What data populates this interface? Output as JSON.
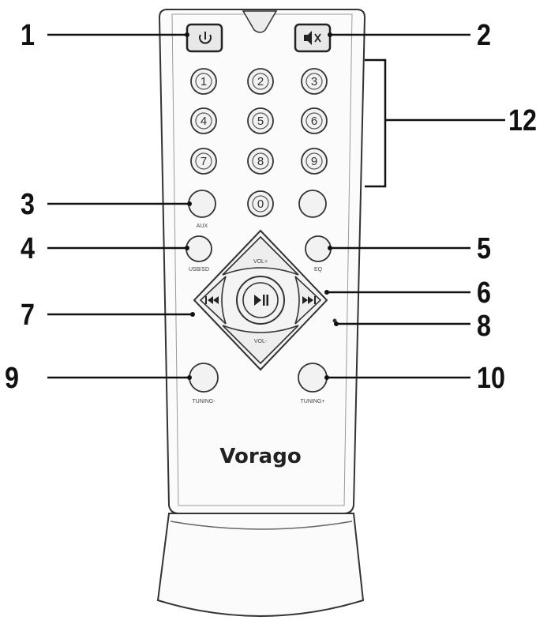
{
  "brand": "Vorago",
  "callouts": [
    "1",
    "2",
    "3",
    "4",
    "5",
    "6",
    "7",
    "8",
    "9",
    "10",
    "12"
  ],
  "keypad": [
    "1",
    "2",
    "3",
    "4",
    "5",
    "6",
    "7",
    "8",
    "9",
    "0"
  ],
  "button_labels": {
    "aux": "AUX",
    "usb_sd": "USB/SD",
    "eq": "EQ",
    "vol_up": "VOL+",
    "vol_down": "VOL-",
    "tuning_down": "TUNING-",
    "tuning_up": "TUNING+"
  },
  "icons": {
    "power": "power-icon",
    "mute": "mute-icon",
    "prev": "previous-track-icon",
    "next": "next-track-icon",
    "play": "play-pause-icon"
  },
  "colors": {
    "stroke": "#333333",
    "button_fill": "#f2f2f2",
    "body_fill": "#fbfbfb"
  }
}
